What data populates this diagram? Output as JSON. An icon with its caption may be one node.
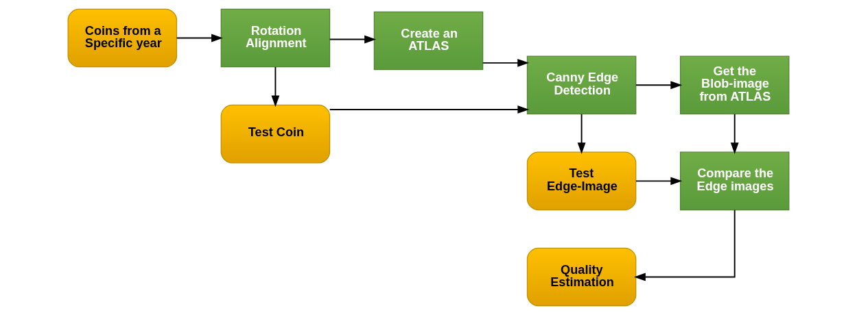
{
  "diagram": {
    "nodes": [
      {
        "text": [
          "Coins from a Specific year"
        ]
      },
      {
        "text": [
          "Rotation Alignment"
        ]
      },
      {
        "text": [
          "Test Coin"
        ]
      },
      {
        "text": [
          "Create an ATLAS"
        ]
      },
      {
        "text": [
          "Canny Edge Detection"
        ]
      },
      {
        "text": [
          "Get the Blob-image from ATLAS"
        ]
      },
      {
        "text": [
          "Test Edge-Image"
        ]
      },
      {
        "text": [
          "Compare the Edge images"
        ]
      },
      {
        "text": [
          "Quality Estimation"
        ]
      }
    ],
    "edges": [
      {
        "from": 0,
        "to": 1,
        "arrow": "to"
      },
      {
        "from": 1,
        "to": 3,
        "arrow": "to"
      },
      {
        "from": 1,
        "to": 2,
        "arrow": "to"
      },
      {
        "from": 2,
        "to": 4,
        "arrow": "to"
      },
      {
        "from": 3,
        "to": 4,
        "arrow": "to"
      },
      {
        "from": 4,
        "to": 5,
        "arrow": "to"
      },
      {
        "from": 4,
        "to": 6,
        "arrow": "to"
      },
      {
        "from": 5,
        "to": 7,
        "arrow": "to"
      },
      {
        "from": 6,
        "to": 7,
        "arrow": "to"
      },
      {
        "from": 7,
        "to": 8,
        "arrow": "to"
      }
    ]
  }
}
